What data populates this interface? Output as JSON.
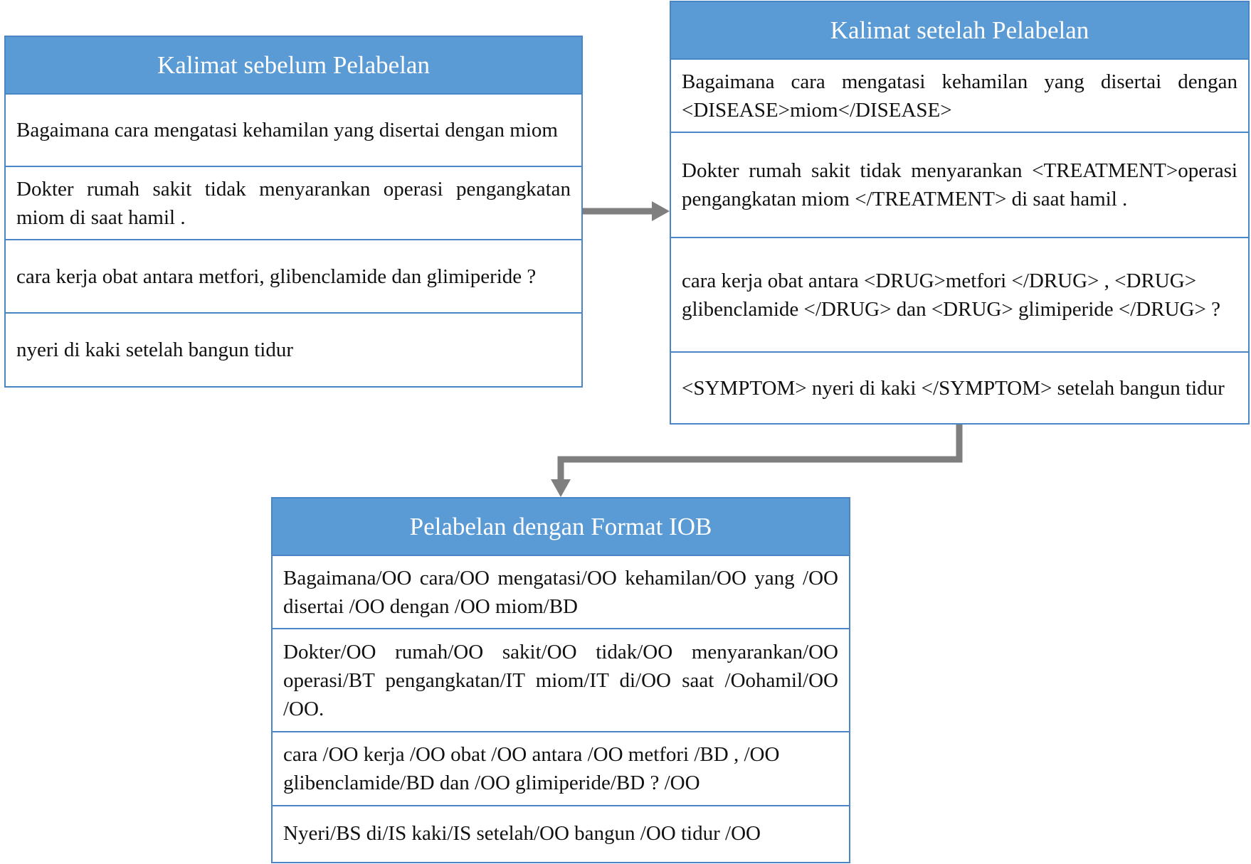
{
  "before": {
    "title": "Kalimat sebelum Pelabelan",
    "rows": [
      "Bagaimana cara mengatasi kehamilan yang disertai dengan miom",
      "Dokter rumah sakit tidak menyarankan operasi pengangkatan miom di saat hamil .",
      "cara kerja obat antara metfori, glibenclamide dan glimiperide ?",
      "nyeri di kaki setelah bangun tidur"
    ]
  },
  "after": {
    "title": "Kalimat setelah Pelabelan",
    "rows": [
      "Bagaimana cara mengatasi kehamilan yang disertai dengan <DISEASE>miom</DISEASE>",
      "Dokter rumah sakit tidak menyarankan <TREATMENT>operasi pengangkatan miom </TREATMENT> di saat hamil .",
      "cara kerja obat antara <DRUG>metfori </DRUG> , <DRUG> glibenclamide </DRUG> dan <DRUG> glimiperide </DRUG> ?",
      "<SYMPTOM> nyeri di kaki </SYMPTOM> setelah bangun tidur"
    ]
  },
  "iob": {
    "title": "Pelabelan dengan Format IOB",
    "rows": [
      "Bagaimana/OO cara/OO mengatasi/OO kehamilan/OO yang /OO disertai /OO dengan /OO miom/BD",
      "Dokter/OO rumah/OO sakit/OO tidak/OO menyarankan/OO operasi/BT pengangkatan/IT miom/IT di/OO saat /Oohamil/OO /OO.",
      "cara /OO kerja /OO obat /OO antara /OO metfori /BD , /OO glibenclamide/BD dan /OO glimiperide/BD ? /OO",
      "Nyeri/BS di/IS kaki/IS setelah/OO bangun /OO tidur /OO"
    ]
  },
  "colors": {
    "header_fill": "#5b9bd5",
    "border": "#4a86c5",
    "arrow": "#7f7f7f"
  }
}
